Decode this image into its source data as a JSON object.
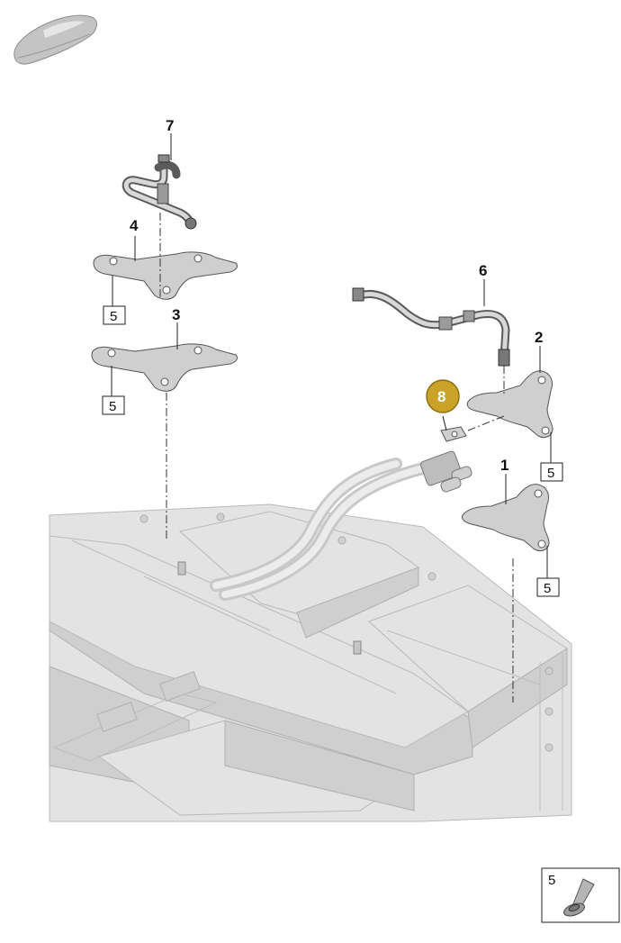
{
  "diagram": {
    "callouts": [
      {
        "id": "label-7",
        "text": "7"
      },
      {
        "id": "label-4",
        "text": "4"
      },
      {
        "id": "label-3",
        "text": "3"
      },
      {
        "id": "label-6",
        "text": "6"
      },
      {
        "id": "label-2",
        "text": "2"
      },
      {
        "id": "label-1",
        "text": "1"
      },
      {
        "id": "label-8",
        "text": "8"
      }
    ],
    "screw_boxes": [
      {
        "id": "box-4",
        "text": "5"
      },
      {
        "id": "box-3",
        "text": "5"
      },
      {
        "id": "box-2",
        "text": "5"
      },
      {
        "id": "box-1",
        "text": "5"
      }
    ],
    "legend": {
      "text": "5"
    },
    "highlight_color": "#c9a227",
    "icons": [
      "car-silhouette-icon",
      "screw-icon"
    ]
  }
}
